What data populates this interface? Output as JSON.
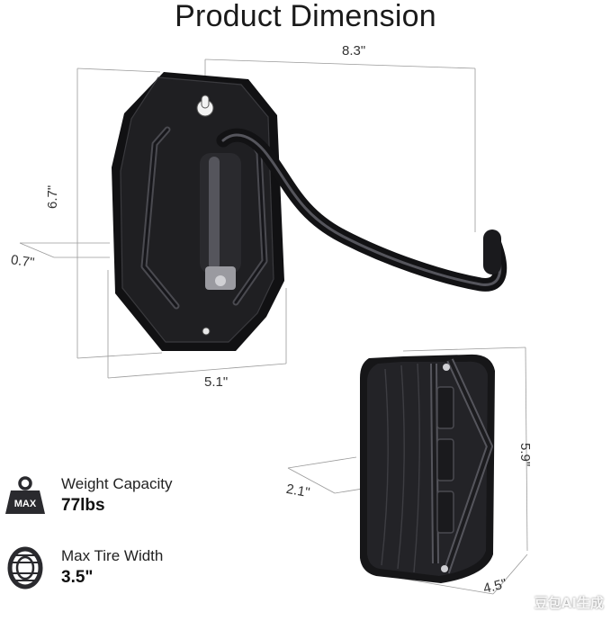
{
  "title": "Product Dimension",
  "dimensions": {
    "width_top": "8.3\"",
    "height_left": "6.7\"",
    "depth_left": "0.7\"",
    "plate_width": "5.1\"",
    "pad_depth": "2.1\"",
    "pad_height": "5.9\"",
    "pad_width": "4.5\""
  },
  "features": [
    {
      "icon": "weight-max-icon",
      "icon_text": "MAX",
      "label": "Weight Capacity",
      "value": "77lbs"
    },
    {
      "icon": "tire-icon",
      "label": "Max Tire Width",
      "value": "3.5\""
    }
  ],
  "watermark": "豆包AI生成",
  "colors": {
    "product": "#1c1c1e",
    "accent": "#3a3a3c",
    "text": "#1a1a1a"
  }
}
